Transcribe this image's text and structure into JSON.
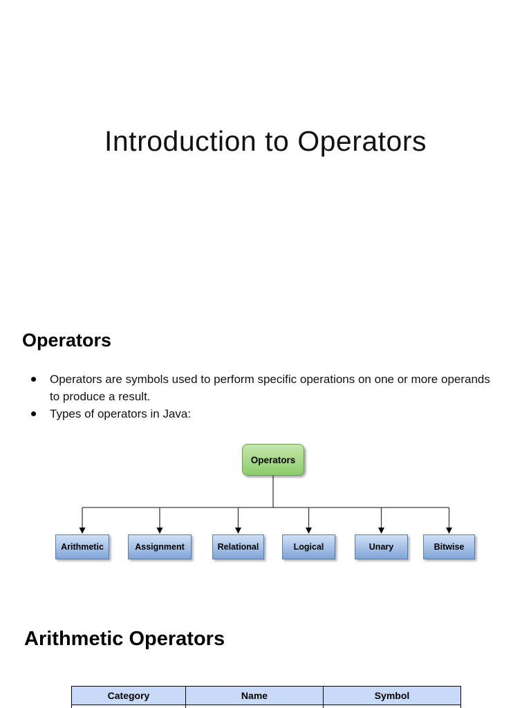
{
  "doc": {
    "title": "Introduction to Operators"
  },
  "sections": {
    "operators": {
      "heading": "Operators",
      "bullets": [
        "Operators are symbols used to perform specific operations on one or more operands to produce a result.",
        "Types of operators in Java:"
      ]
    },
    "arithmetic": {
      "heading": "Arithmetic Operators"
    }
  },
  "diagram": {
    "root": "Operators",
    "children": [
      "Arithmetic",
      "Assignment",
      "Relational",
      "Logical",
      "Unary",
      "Bitwise"
    ],
    "colors": {
      "root_fill_top": "#c6e7ab",
      "root_fill_bottom": "#8ccb6c",
      "root_border": "#61a249",
      "child_fill_top": "#d0e1f6",
      "child_fill_bottom": "#80a5d8",
      "child_border": "#5b7aa4",
      "connector": "#3c3c3c"
    }
  },
  "table": {
    "headers": [
      "Category",
      "Name",
      "Symbol"
    ],
    "header_fill": "#c9daf8",
    "border_color": "#000000"
  }
}
